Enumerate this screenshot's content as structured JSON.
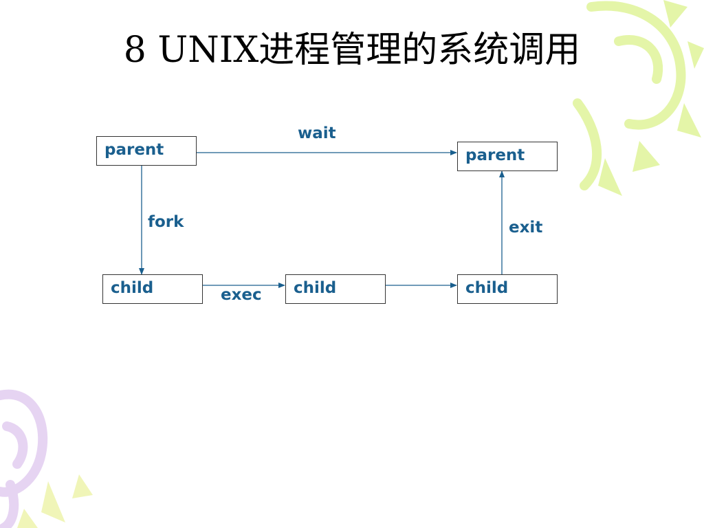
{
  "slide": {
    "title": "8 UNIX进程管理的系统调用"
  },
  "diagram": {
    "nodes": {
      "parent_start": "parent",
      "parent_end": "parent",
      "child_1": "child",
      "child_2": "child",
      "child_3": "child"
    },
    "edges": {
      "wait": "wait",
      "fork": "fork",
      "exec": "exec",
      "exit": "exit"
    }
  },
  "colors": {
    "accent": "#1a5f8e",
    "deco_green": "#e4f5a8",
    "deco_purple": "#e6d4f2"
  }
}
